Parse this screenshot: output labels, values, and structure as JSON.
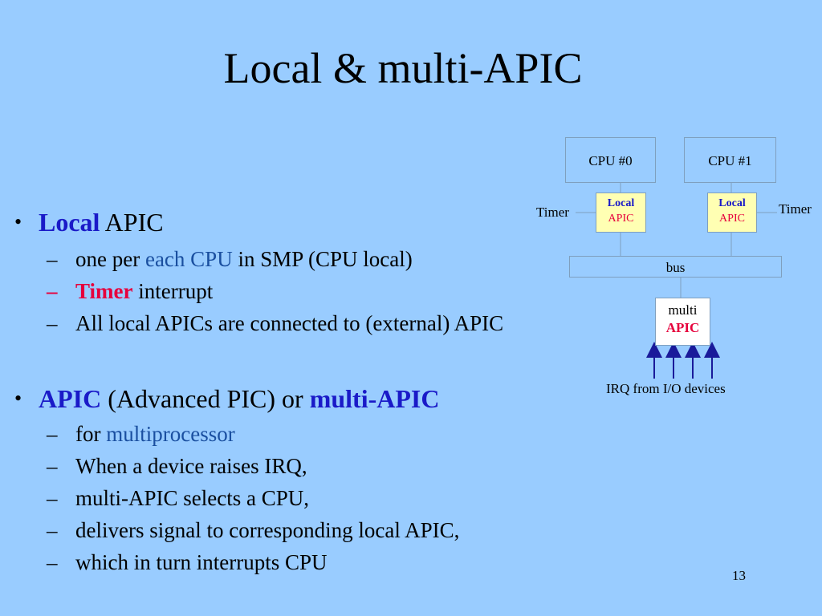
{
  "slide": {
    "title": "Local & multi-APIC",
    "page_number": "13"
  },
  "bullets": [
    {
      "marker": "•",
      "parts": {
        "a": "Local",
        "b": " APIC"
      },
      "subitems": [
        {
          "marker": "–",
          "a": "one per ",
          "b": "each CPU",
          "c": " in SMP (CPU local)"
        },
        {
          "marker": "–",
          "a": "Timer",
          "b": " interrupt"
        },
        {
          "marker": "–",
          "a": "All local APICs are connected to (external) APIC"
        }
      ]
    },
    {
      "marker": "•",
      "parts": {
        "a": "APIC",
        "b": " (Advanced PIC)  or ",
        "c": "multi-APIC"
      },
      "subitems": [
        {
          "marker": "–",
          "a": "for ",
          "b": "multiprocessor"
        },
        {
          "marker": "–",
          "a": "When a device raises IRQ,"
        },
        {
          "marker": "–",
          "a": "multi-APIC selects a CPU,"
        },
        {
          "marker": "–",
          "a": "delivers signal to corresponding local APIC,"
        },
        {
          "marker": "–",
          "a": "which in turn interrupts CPU"
        }
      ]
    }
  ],
  "diagram": {
    "cpu0": "CPU #0",
    "cpu1": "CPU #1",
    "local_apic0": {
      "l1": "Local",
      "l2": "APIC"
    },
    "local_apic1": {
      "l1": "Local",
      "l2": "APIC"
    },
    "timer_left": "Timer",
    "timer_right": "Timer",
    "bus": "bus",
    "multi_apic": {
      "l1": "multi",
      "l2": "APIC"
    },
    "irq_label": "IRQ from I/O devices"
  },
  "colors": {
    "background": "#99ccff",
    "accent_blue": "#1a1ac8",
    "accent_red": "#e6003c",
    "apic_fill": "#ffffb3",
    "arrow": "#1a1a9a"
  }
}
